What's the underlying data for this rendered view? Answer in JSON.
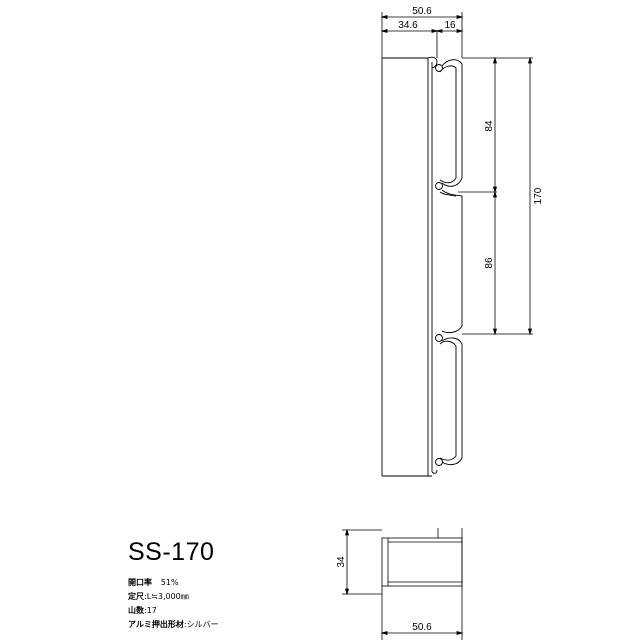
{
  "product": {
    "model": "SS-170",
    "specs": [
      {
        "label": "開口率",
        "value": "51%"
      },
      {
        "label": "定尺",
        "value": ":L≒3,000㎜"
      },
      {
        "label": "山数",
        "value": ":17"
      },
      {
        "label": "アルミ押出形材",
        "value": ":シルバー"
      }
    ]
  },
  "dimensions": {
    "total_width": "50.6",
    "face_width": "34.6",
    "depth": "16",
    "upper_pitch": "84",
    "lower_pitch": "86",
    "total_height": "170",
    "section_height": "34",
    "section_width": "50.6"
  }
}
